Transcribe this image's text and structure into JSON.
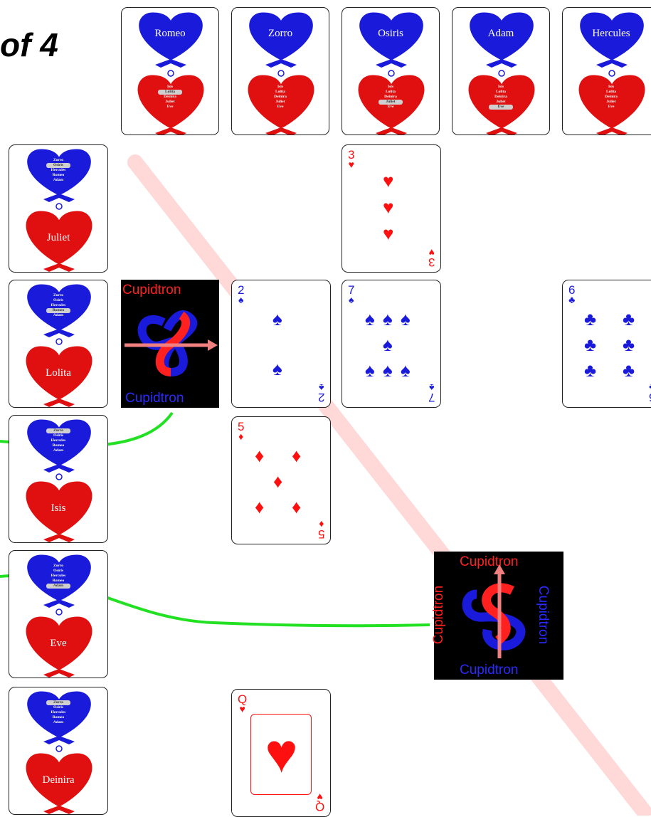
{
  "title": "of 4",
  "colors": {
    "blue": "#1a1adb",
    "red": "#ff1010",
    "green": "#22e022",
    "diagonal": "#ffd5d5"
  },
  "top_row": [
    {
      "blue_name": "Romeo",
      "red_list": [
        "Isis",
        "Lolita",
        "Deinira",
        "Juliet",
        "Eve"
      ],
      "highlight": 1
    },
    {
      "blue_name": "Zorro",
      "red_list": [
        "Isis",
        "Lolita",
        "Deinira",
        "Juliet",
        "Eve"
      ],
      "highlight": -1
    },
    {
      "blue_name": "Osiris",
      "red_list": [
        "Isis",
        "Lolita",
        "Deinira",
        "Juliet",
        "Eve"
      ],
      "highlight": 3
    },
    {
      "blue_name": "Adam",
      "red_list": [
        "Isis",
        "Lolita",
        "Deinira",
        "Juliet",
        "Eve"
      ],
      "highlight": 4
    },
    {
      "blue_name": "Hercules",
      "red_list": [
        "Isis",
        "Lolita",
        "Deinira",
        "Juliet",
        "Eve"
      ],
      "highlight": -1
    }
  ],
  "left_col": [
    {
      "red_name": "Juliet",
      "blue_list": [
        "Zorro",
        "Osiris",
        "Hercules",
        "Romeo",
        "Adam"
      ],
      "highlight": 1
    },
    {
      "red_name": "Lolita",
      "blue_list": [
        "Zorro",
        "Osiris",
        "Hercules",
        "Romeo",
        "Adam"
      ],
      "highlight": 3
    },
    {
      "red_name": "Isis",
      "blue_list": [
        "Zorro",
        "Osiris",
        "Hercules",
        "Romeo",
        "Adam"
      ],
      "highlight": 0
    },
    {
      "red_name": "Eve",
      "blue_list": [
        "Zorro",
        "Osiris",
        "Hercules",
        "Romeo",
        "Adam"
      ],
      "highlight": 4
    },
    {
      "red_name": "Deinira",
      "blue_list": [
        "Zorro",
        "Osiris",
        "Hercules",
        "Romeo",
        "Adam"
      ],
      "highlight": 0
    }
  ],
  "playing_cards": [
    {
      "name": "three-of-hearts",
      "rank": "3",
      "suit": "♥",
      "color": "red"
    },
    {
      "name": "two-of-spades",
      "rank": "2",
      "suit": "♠",
      "color": "blue"
    },
    {
      "name": "seven-of-spades",
      "rank": "7",
      "suit": "♠",
      "color": "blue"
    },
    {
      "name": "six-of-clubs",
      "rank": "6",
      "suit": "♣",
      "color": "blue"
    },
    {
      "name": "five-of-diamonds",
      "rank": "5",
      "suit": "♦",
      "color": "red"
    },
    {
      "name": "queen-of-hearts",
      "rank": "Q",
      "suit": "♥",
      "color": "red"
    }
  ],
  "cupidtron": {
    "label": "Cupidtron"
  },
  "icons": [
    "heart-icon",
    "cupid-knot-icon",
    "arrow-icon"
  ]
}
